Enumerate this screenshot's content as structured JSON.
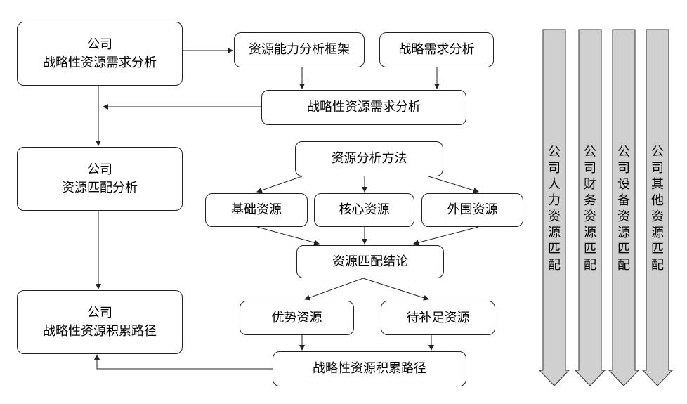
{
  "left": {
    "demand": {
      "line1": "公司",
      "line2": "战略性资源需求分析"
    },
    "match": {
      "line1": "公司",
      "line2": "资源匹配分析"
    },
    "path": {
      "line1": "公司",
      "line2": "战略性资源积累路径"
    }
  },
  "top": {
    "framework": "资源能力分析框架",
    "strategic_demand": "战略需求分析",
    "resource_demand": "战略性资源需求分析"
  },
  "middle": {
    "method": "资源分析方法",
    "basic": "基础资源",
    "core": "核心资源",
    "peripheral": "外围资源",
    "conclusion": "资源匹配结论"
  },
  "bottom": {
    "advantage": "优势资源",
    "supplement": "待补足资源",
    "path": "战略性资源积累路径"
  },
  "columns": [
    {
      "label": "公司人力资源匹配"
    },
    {
      "label": "公司财务资源匹配"
    },
    {
      "label": "公司设备资源匹配"
    },
    {
      "label": "公司其他资源匹配"
    }
  ],
  "colors": {
    "column_fill": "#d0d0d0",
    "stroke": "#222222"
  }
}
